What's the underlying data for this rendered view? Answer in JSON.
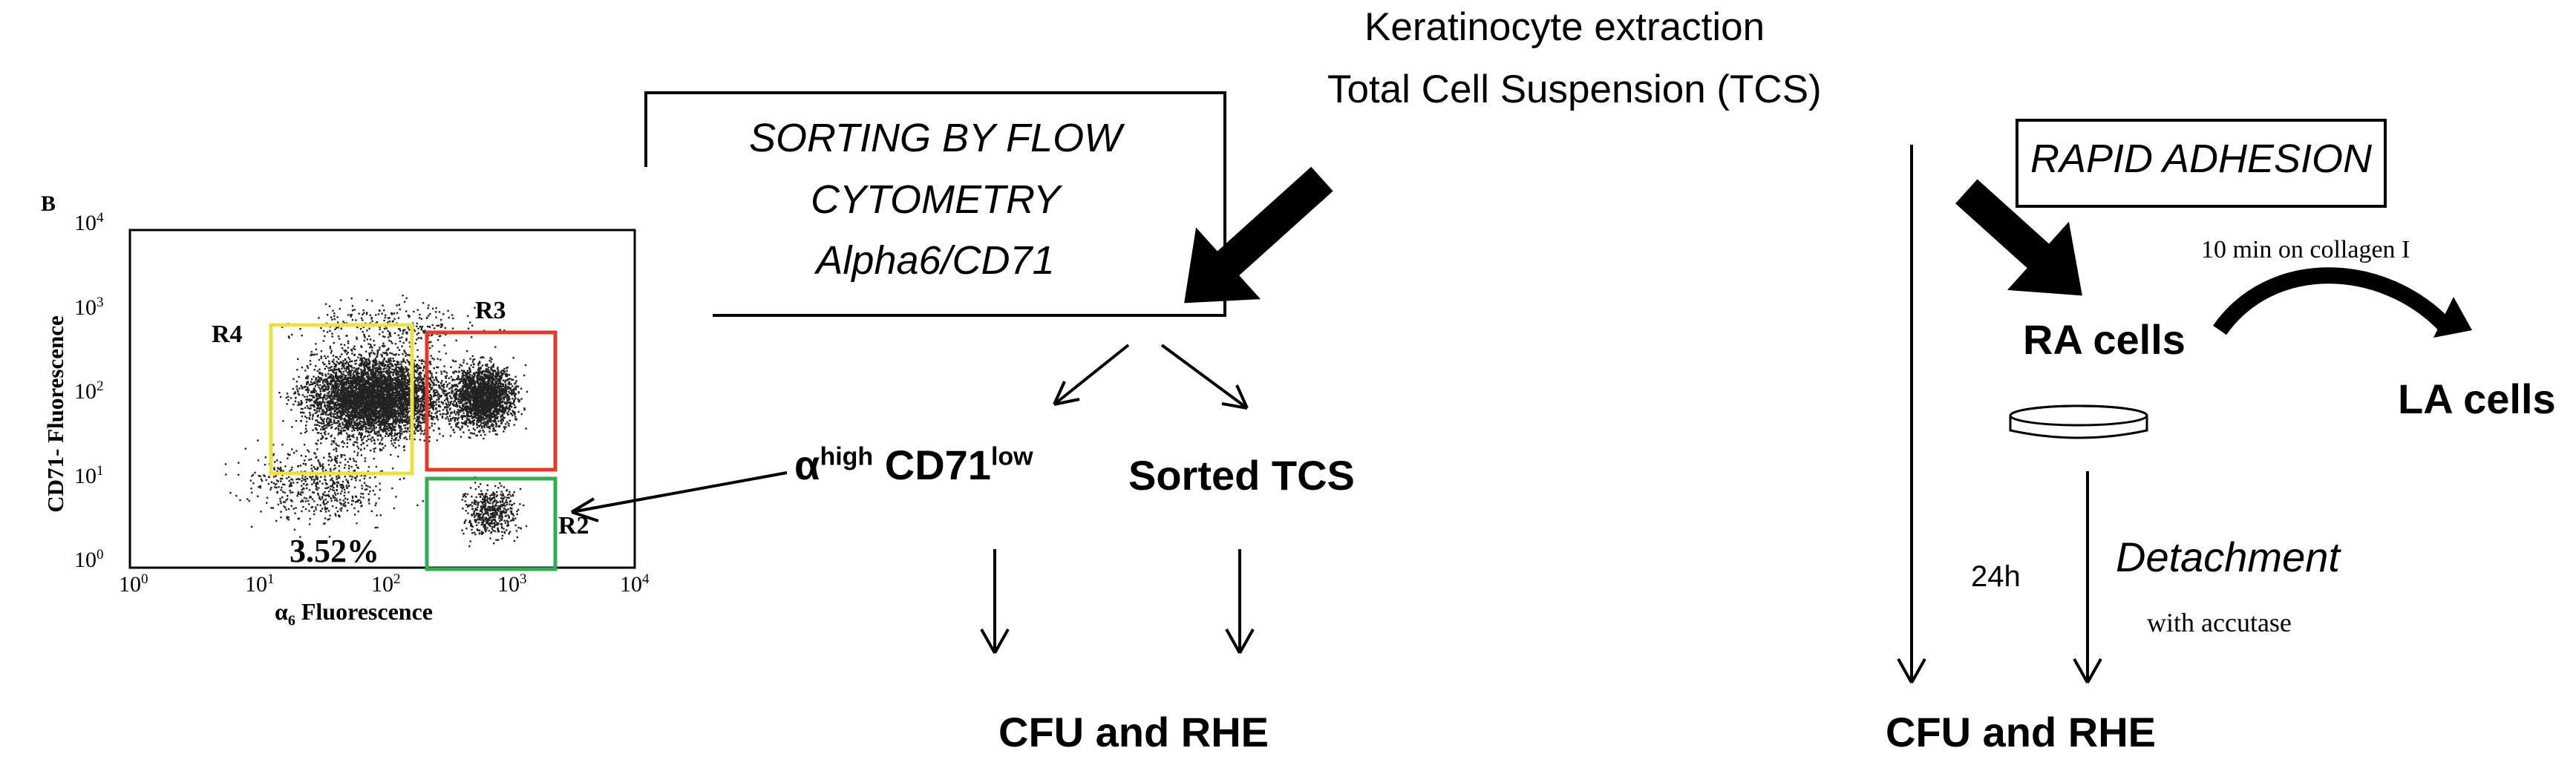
{
  "header": {
    "line1": "Keratinocyte extraction",
    "line2": "Total Cell Suspension (TCS)"
  },
  "flow_sort": {
    "box_line1": "SORTING BY FLOW",
    "box_line2": "CYTOMETRY",
    "box_line3": "Alpha6/CD71",
    "alpha_symbol": "α",
    "alpha_sup": "high",
    "cd71_text": " CD71",
    "cd71_sup": "low",
    "sorted_tcs": "Sorted TCS",
    "result": "CFU and RHE"
  },
  "plot": {
    "panel_letter": "B",
    "ylabel": "CD71- Fluorescence",
    "xlabel_symbol": "α",
    "xlabel_sub": "6",
    "xlabel_rest": " Fluorescence",
    "x_ticks": [
      {
        "base": "10",
        "exp": "0"
      },
      {
        "base": "10",
        "exp": "1"
      },
      {
        "base": "10",
        "exp": "2"
      },
      {
        "base": "10",
        "exp": "3"
      },
      {
        "base": "10",
        "exp": "4"
      }
    ],
    "y_ticks": [
      {
        "base": "10",
        "exp": "0"
      },
      {
        "base": "10",
        "exp": "1"
      },
      {
        "base": "10",
        "exp": "2"
      },
      {
        "base": "10",
        "exp": "3"
      },
      {
        "base": "10",
        "exp": "4"
      }
    ],
    "region_R4": "R4",
    "region_R3": "R3",
    "region_R2": "R2",
    "percentage": "3.52%",
    "colors": {
      "R4": "#e8e14a",
      "R3": "#e03a2a",
      "R2": "#2fae56"
    }
  },
  "rapid": {
    "box_label": "RAPID ADHESION",
    "collagen": "10 min on collagen I",
    "ra_cells": "RA cells",
    "la_cells": "LA cells",
    "time": "24h",
    "detachment": "Detachment",
    "accutase": "with accutase",
    "result": "CFU and RHE"
  }
}
